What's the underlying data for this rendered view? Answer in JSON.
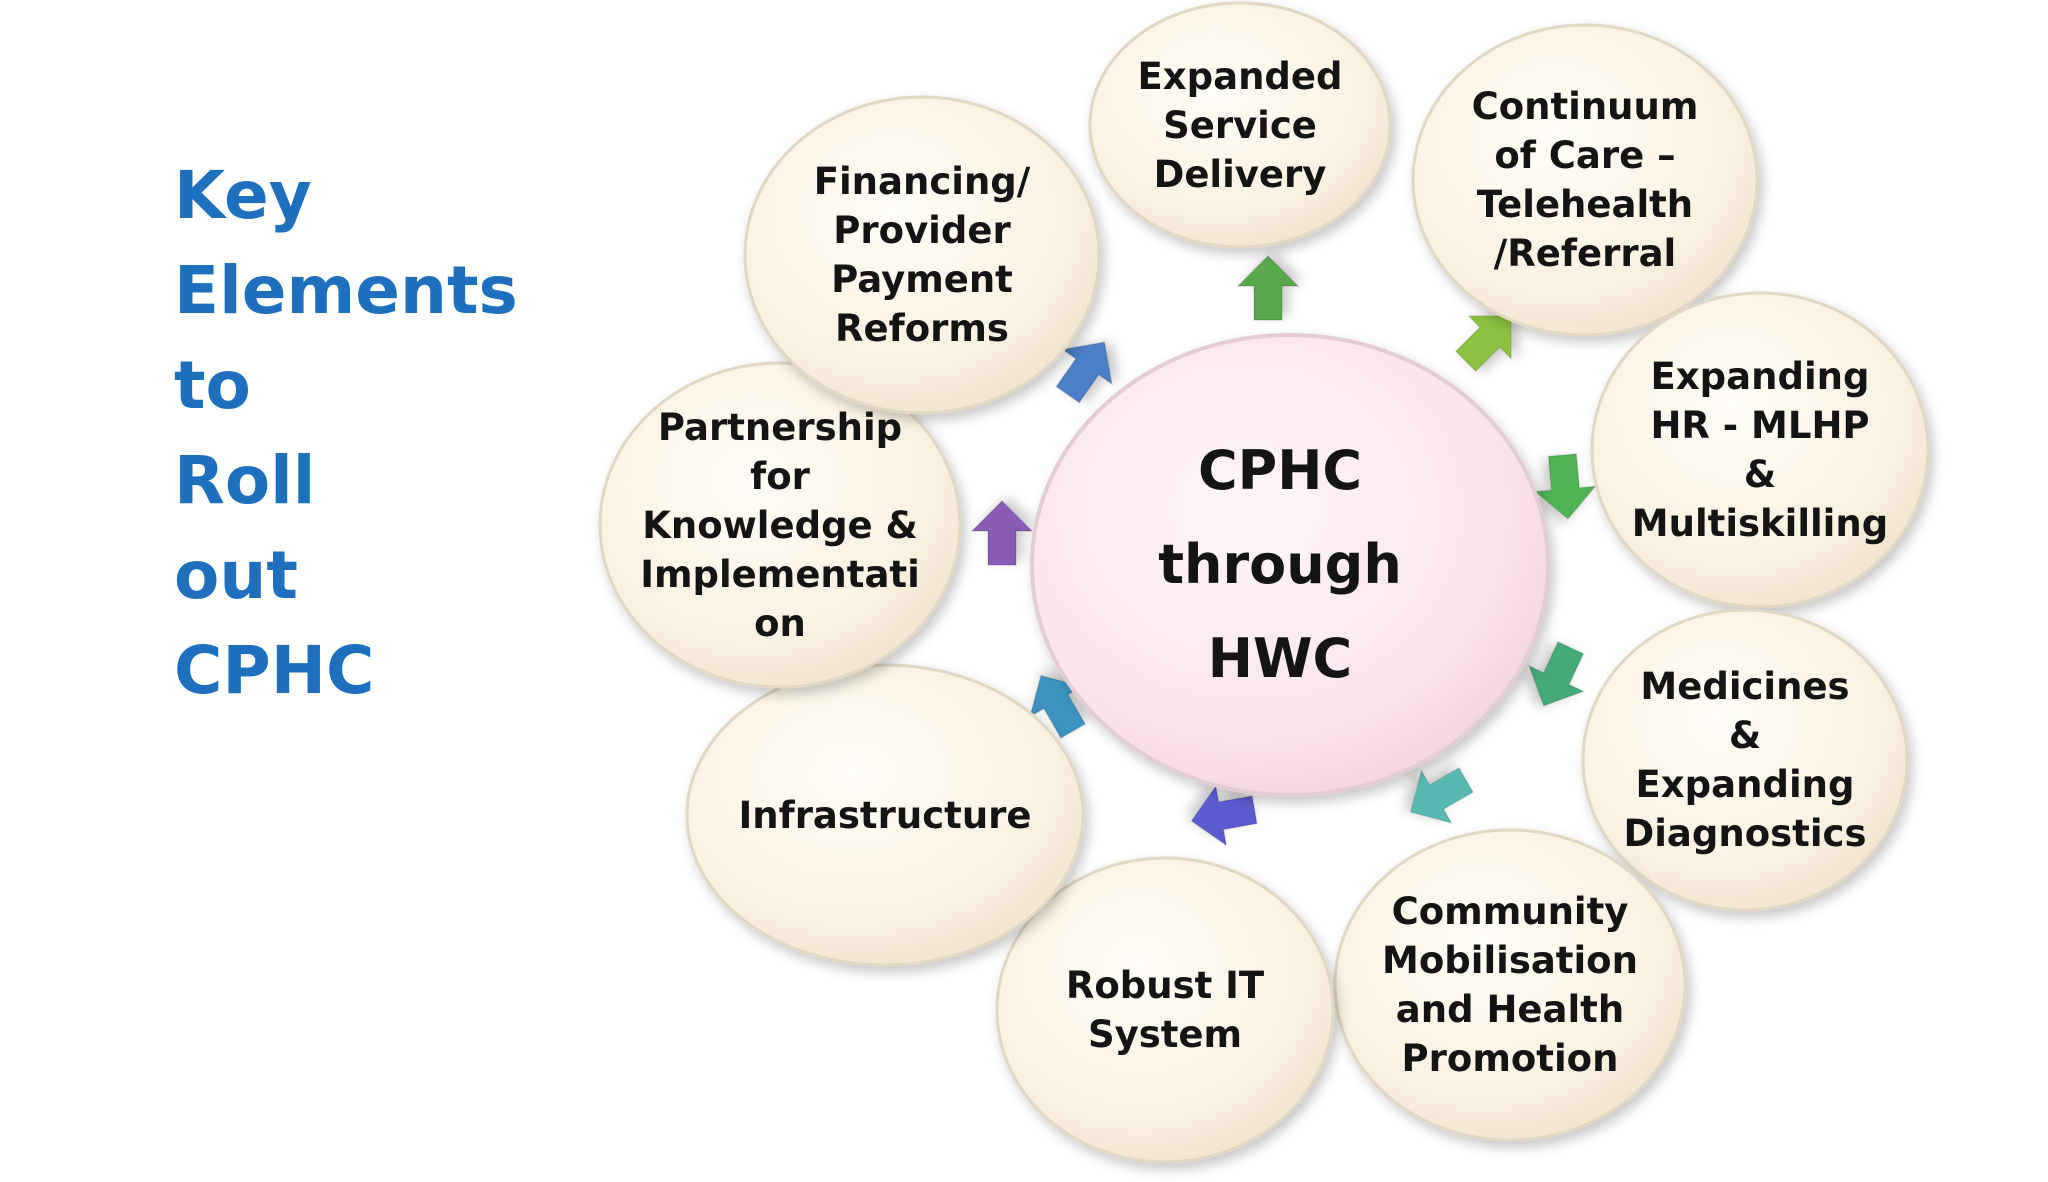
{
  "title_lines": [
    "Key",
    "Elements",
    "to",
    "Roll",
    "out",
    "CPHC"
  ],
  "center": {
    "lines": [
      "CPHC",
      "through",
      "HWC"
    ]
  },
  "nodes": [
    {
      "id": "expanded-service-delivery",
      "lines": [
        "Expanded",
        "Service",
        "Delivery"
      ]
    },
    {
      "id": "continuum-of-care",
      "lines": [
        "Continuum",
        "of Care –",
        "Telehealth",
        "/Referral"
      ]
    },
    {
      "id": "expanding-hr",
      "lines": [
        "Expanding",
        "HR - MLHP",
        "&",
        "Multiskilling"
      ]
    },
    {
      "id": "medicines-diagnostics",
      "lines": [
        "Medicines",
        "&",
        "Expanding",
        "Diagnostics"
      ]
    },
    {
      "id": "community-mobilisation",
      "lines": [
        "Community",
        "Mobilisation",
        "and Health",
        "Promotion"
      ]
    },
    {
      "id": "robust-it-system",
      "lines": [
        "Robust IT",
        "System"
      ]
    },
    {
      "id": "infrastructure",
      "lines": [
        "Infrastructure"
      ]
    },
    {
      "id": "partnership",
      "lines": [
        "Partnership",
        "for",
        "Knowledge &",
        "Implementati",
        "on"
      ]
    },
    {
      "id": "financing",
      "lines": [
        "Financing/",
        "Provider",
        "Payment",
        "Reforms"
      ]
    }
  ],
  "colors": {
    "title": "#1f6fbf",
    "node_fill": "#faf1e0",
    "node_stroke": "#e2d7c3",
    "center_fill": "#fbe4ea",
    "center_stroke": "#e3ccd3",
    "text": "#141414",
    "arrows": [
      "#5aa84e",
      "#8cc23f",
      "#4fb352",
      "#44a978",
      "#58b9b3",
      "#5b5bd1",
      "#3e94c1",
      "#8a5bb5",
      "#4c7fc7"
    ]
  }
}
